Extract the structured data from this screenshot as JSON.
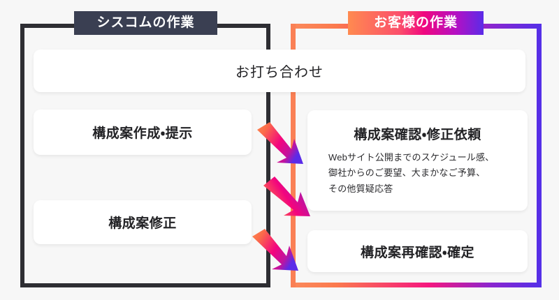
{
  "diagram": {
    "title_left": "シスコムの作業",
    "title_right": "お客様の作業",
    "colors": {
      "left_frame": "#2e2e33",
      "left_label_bg": "#3a3f52",
      "gradient_start": "#ff8a50",
      "gradient_mid": "#f0077f",
      "gradient_end": "#5b2be8",
      "right_rail": "#fa8055",
      "card_bg": "#ffffff",
      "page_bg": "#f7f7f7",
      "text": "#222225"
    }
  },
  "cards": {
    "meeting": {
      "title": "お打ち合わせ"
    },
    "proposal_create": {
      "title": "構成案作成・提示"
    },
    "proposal_revise": {
      "title": "構成案修正"
    },
    "proposal_check": {
      "title": "構成案確認・修正依頼",
      "body": "Webサイト公開までのスケジュール感、\n御社からのご要望、大まかなご予算、\nその他質疑応答"
    },
    "proposal_confirm": {
      "title": "構成案再確認・確定"
    }
  },
  "arrows": [
    {
      "name": "arrow-to-customer-check",
      "direction": "down-right"
    },
    {
      "name": "arrow-to-vendor-revise",
      "direction": "down-left"
    },
    {
      "name": "arrow-to-customer-confirm",
      "direction": "down-right"
    }
  ]
}
